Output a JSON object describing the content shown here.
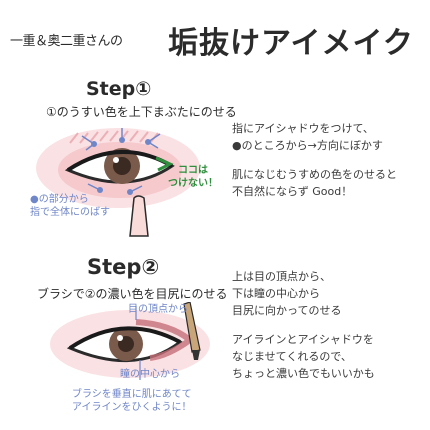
{
  "title": {
    "prefix": "一重＆奥二重さんの",
    "main": "垢抜けアイメイク"
  },
  "step1": {
    "label": "Step①",
    "instruction": "①のうすい色を上下まぶたにのせる",
    "callout_green": [
      "ココは",
      "つけない！"
    ],
    "callout_blue": [
      "●の部分から",
      "指で全体にのばす"
    ],
    "notes": [
      "指にアイシャドウをつけて、",
      "●のところから→方向にぼかす",
      "肌になじむうすめの色をのせると",
      "不自然にならず Good！"
    ]
  },
  "step2": {
    "label": "Step②",
    "instruction": "ブラシで②の濃い色を目尻にのせる",
    "label_top": "目の頂点から",
    "label_pupil": "瞳の中心から",
    "caption": [
      "ブラシを垂直に肌にあてて",
      "アイラインをひくように！"
    ],
    "notes": [
      "上は目の頂点から、",
      "下は瞳の中心から",
      "目尻に向かってのせる",
      "アイラインとアイシャドウを",
      "なじませてくれるので、",
      "ちょっと濃い色でもいいかも"
    ]
  },
  "colors": {
    "pink": "#f2b9bd",
    "blue": "#6f86c9",
    "green": "#2f8f3e",
    "iris": "#7a5a4a"
  }
}
